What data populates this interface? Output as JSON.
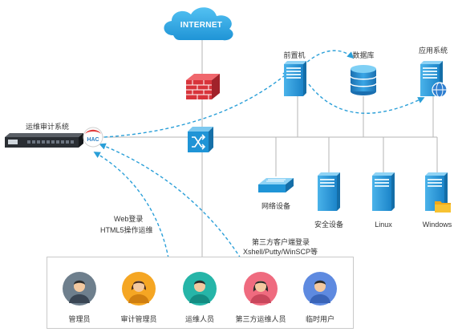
{
  "internet": {
    "label": "INTERNET"
  },
  "devices": {
    "hac_system": {
      "label": "运维审计系统",
      "badge": "HAC"
    },
    "front_server": {
      "label": "前置机"
    },
    "database": {
      "label": "数据库"
    },
    "app_system": {
      "label": "应用系统"
    },
    "network_device": {
      "label": "网络设备"
    },
    "security_device": {
      "label": "安全设备"
    },
    "linux": {
      "label": "Linux"
    },
    "windows": {
      "label": "Windows"
    }
  },
  "access": {
    "web_line1": "Web登录",
    "web_line2": "HTML5操作运维",
    "client_line1": "第三方客户端登录",
    "client_line2": "Xshell/Putty/WinSCP等"
  },
  "users": [
    {
      "label": "管理员",
      "color": "#6e7f8d",
      "shirt": "#3a4654"
    },
    {
      "label": "审计管理员",
      "color": "#f5a623",
      "shirt": "#d07f10"
    },
    {
      "label": "运维人员",
      "color": "#26b5a8",
      "shirt": "#148c82"
    },
    {
      "label": "第三方运维人员",
      "color": "#ef6b7f",
      "shirt": "#c9475c"
    },
    {
      "label": "临时用户",
      "color": "#5e8ae0",
      "shirt": "#3a64b8"
    }
  ],
  "colors": {
    "accent": "#2a9fd8",
    "server_dark": "#1b84c9",
    "server_light": "#4ab3ea",
    "firewall": "#d8343b",
    "line": "#b5b5b5"
  }
}
